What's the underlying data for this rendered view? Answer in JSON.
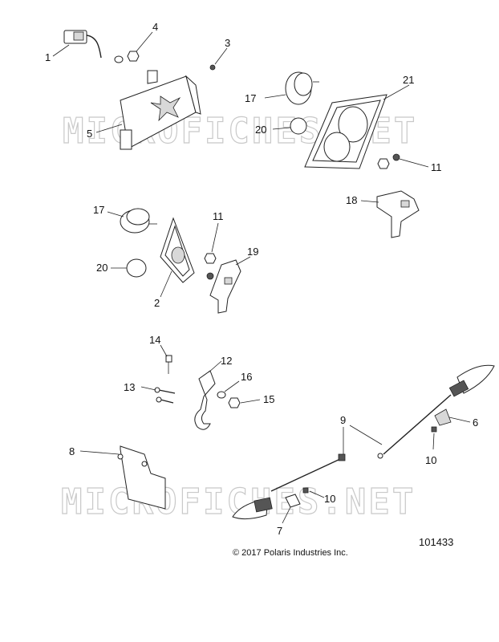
{
  "watermark": "MICROFICHES.NET",
  "copyright": "© 2017 Polaris Industries Inc.",
  "reference_number": "101433",
  "callouts": {
    "c1": "1",
    "c2": "2",
    "c3": "3",
    "c4": "4",
    "c5": "5",
    "c6": "6",
    "c7": "7",
    "c8": "8",
    "c9": "9",
    "c10a": "10",
    "c10b": "10",
    "c11a": "11",
    "c11b": "11",
    "c12": "12",
    "c13": "13",
    "c14": "14",
    "c15": "15",
    "c16": "16",
    "c17a": "17",
    "c17b": "17",
    "c18": "18",
    "c19": "19",
    "c20a": "20",
    "c20b": "20",
    "c21": "21"
  }
}
